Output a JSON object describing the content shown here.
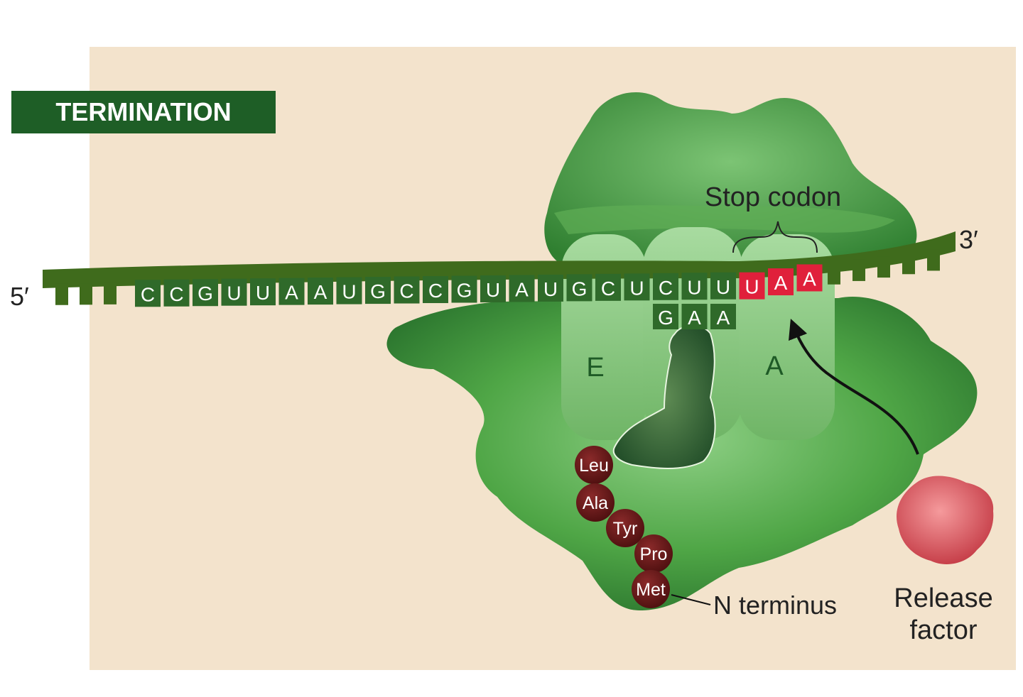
{
  "title": "TERMINATION",
  "labels": {
    "five_prime": "5′",
    "three_prime": "3′",
    "stop_codon": "Stop codon",
    "site_e": "E",
    "site_a": "A",
    "n_terminus": "N terminus",
    "release_factor_line1": "Release",
    "release_factor_line2": "factor"
  },
  "mrna": {
    "bases": [
      "C",
      "C",
      "G",
      "U",
      "U",
      "A",
      "A",
      "U",
      "G",
      "C",
      "C",
      "G",
      "U",
      "A",
      "U",
      "G",
      "C",
      "U",
      "C",
      "U",
      "U",
      "U",
      "A",
      "A"
    ],
    "stop_codon": [
      "U",
      "A",
      "A"
    ]
  },
  "anticodon": [
    "G",
    "A",
    "A"
  ],
  "peptide": [
    "Leu",
    "Ala",
    "Tyr",
    "Pro",
    "Met"
  ],
  "colors": {
    "background": "#f3e3cc",
    "ribosome": "#3f9a3c",
    "ribosome_light": "#86c880",
    "mrna": "#3f6b1c",
    "base_box": "#2f6a2a",
    "stop_codon": "#e0203b",
    "title_bg": "#1e5e26",
    "amino_acid": "#6b1717",
    "release_factor": "#e36a6f"
  }
}
